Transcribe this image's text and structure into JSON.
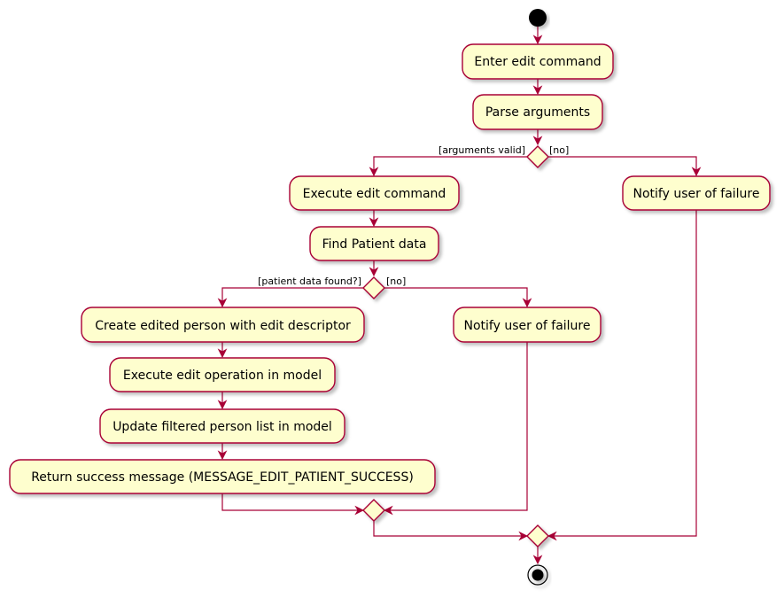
{
  "colors": {
    "node_fill": "#FEFECE",
    "node_stroke": "#A80036",
    "arrow": "#A80036",
    "shadow": "#d0d0d0",
    "start_fill": "#000000"
  },
  "nodes": {
    "enter_edit": "Enter edit command",
    "parse_args": "Parse arguments",
    "execute_edit": "Execute edit command",
    "notify_failure_1": "Notify user of failure",
    "find_patient": "Find Patient data",
    "create_edited": "Create edited person with edit descriptor",
    "notify_failure_2": "Notify user of failure",
    "execute_edit_op": "Execute edit operation in model",
    "update_filtered": "Update filtered person list in model",
    "return_success": "Return success message (MESSAGE_EDIT_PATIENT_SUCCESS)"
  },
  "guards": {
    "args_valid": "[arguments valid]",
    "args_no": "[no]",
    "patient_found": "[patient data found?]",
    "patient_no": "[no]"
  }
}
